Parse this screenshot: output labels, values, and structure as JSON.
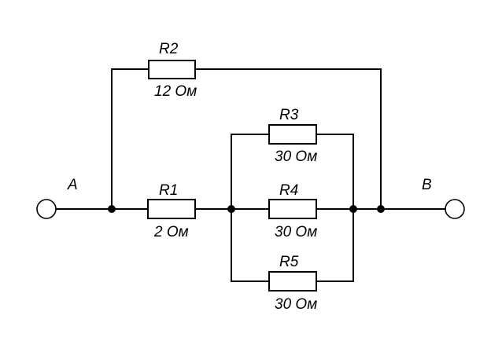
{
  "diagram": {
    "type": "electrical-circuit",
    "terminals": [
      {
        "id": "A",
        "label": "A"
      },
      {
        "id": "B",
        "label": "B"
      }
    ],
    "resistors": [
      {
        "id": "R1",
        "label": "R1",
        "value": "2 Ом"
      },
      {
        "id": "R2",
        "label": "R2",
        "value": "12 Ом"
      },
      {
        "id": "R3",
        "label": "R3",
        "value": "30 Ом"
      },
      {
        "id": "R4",
        "label": "R4",
        "value": "30 Ом"
      },
      {
        "id": "R5",
        "label": "R5",
        "value": "30 Ом"
      }
    ],
    "topology": "R2 in parallel with (R1 in series with (R3 || R4 || R5)) between A and B"
  }
}
